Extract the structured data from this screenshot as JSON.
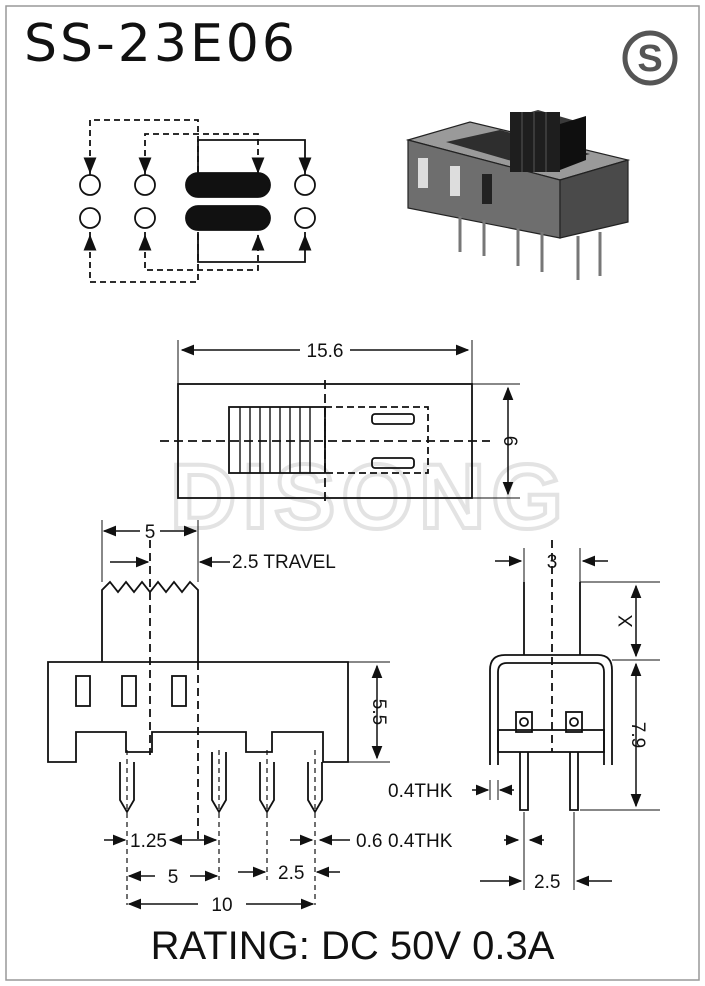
{
  "title": "SS-23E06",
  "logo_letter": "S",
  "watermark": "DISONG",
  "rating": "RATING: DC 50V 0.3A",
  "dimensions": {
    "overall_length": "15.6",
    "width": "6",
    "actuator_width": "5",
    "travel": "2.5 TRAVEL",
    "body_height": "5.5",
    "pin_pitch_small": "1.25",
    "pin_width": "0.6",
    "pitch_5": "5",
    "pitch_2_5": "2.5",
    "pitch_10": "10",
    "actuator_side": "3",
    "actuator_height": "X",
    "side_height": "7.9",
    "thickness_1": "0.4THK",
    "thickness_2": "0.4THK",
    "side_pitch": "2.5"
  },
  "colors": {
    "ink": "#111111",
    "watermark": "#e3e3e3",
    "logo": "#555555"
  }
}
